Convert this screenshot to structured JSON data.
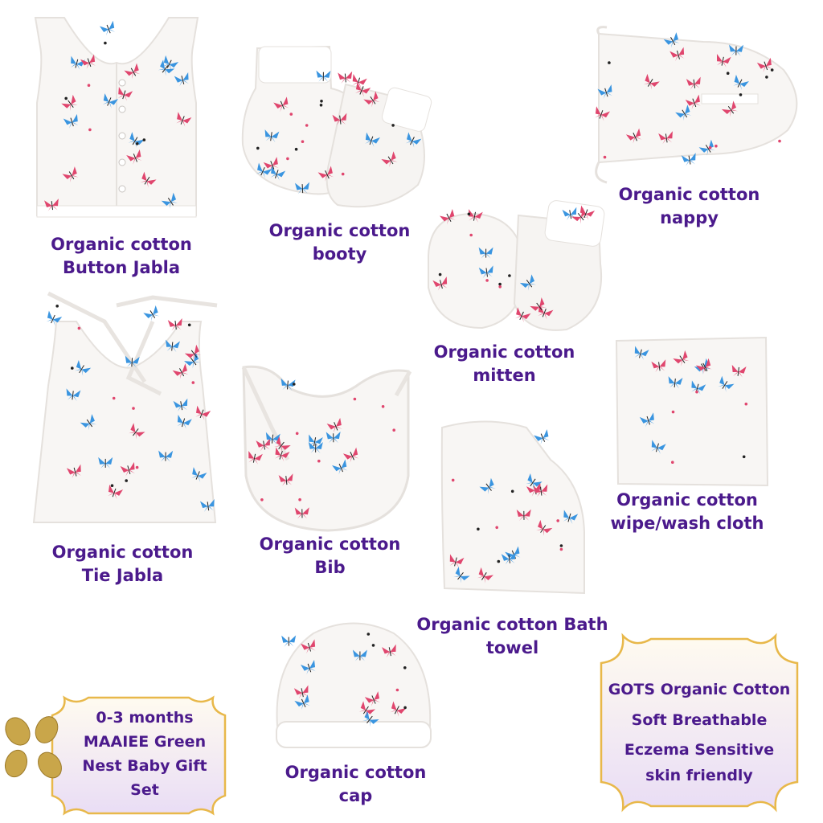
{
  "colors": {
    "label_text": "#4b1a8c",
    "butterfly_pink": "#e0466e",
    "butterfly_blue": "#3a95e0",
    "fabric": "#f8f6f4",
    "badge_border": "#e8b84a",
    "badge_fill_top": "#fffbf0",
    "badge_fill_bottom": "#e9ddf5",
    "bean_gold": "#c9a64a"
  },
  "products": [
    {
      "id": "button-jabla",
      "line1": "Organic cotton",
      "line2": "Button Jabla"
    },
    {
      "id": "booty",
      "line1": "Organic cotton",
      "line2": "booty"
    },
    {
      "id": "nappy",
      "line1": "Organic cotton",
      "line2": "nappy"
    },
    {
      "id": "mitten",
      "line1": "Organic cotton",
      "line2": "mitten"
    },
    {
      "id": "tie-jabla",
      "line1": "Organic cotton",
      "line2": "Tie Jabla"
    },
    {
      "id": "bib",
      "line1": "Organic cotton",
      "line2": "Bib"
    },
    {
      "id": "wash-cloth",
      "line1": "Organic cotton",
      "line2": "wipe/wash cloth"
    },
    {
      "id": "bath-towel",
      "line1": "Organic cotton Bath",
      "line2": "towel"
    },
    {
      "id": "cap",
      "line1": "Organic cotton",
      "line2": "cap"
    }
  ],
  "gift_badge": {
    "lines": [
      "0-3 months",
      "MAAIEE Green",
      "Nest Baby Gift",
      "Set"
    ]
  },
  "features_badge": {
    "lines": [
      "GOTS Organic Cotton",
      "Soft Breathable",
      "Eczema Sensitive",
      "skin friendly"
    ]
  }
}
